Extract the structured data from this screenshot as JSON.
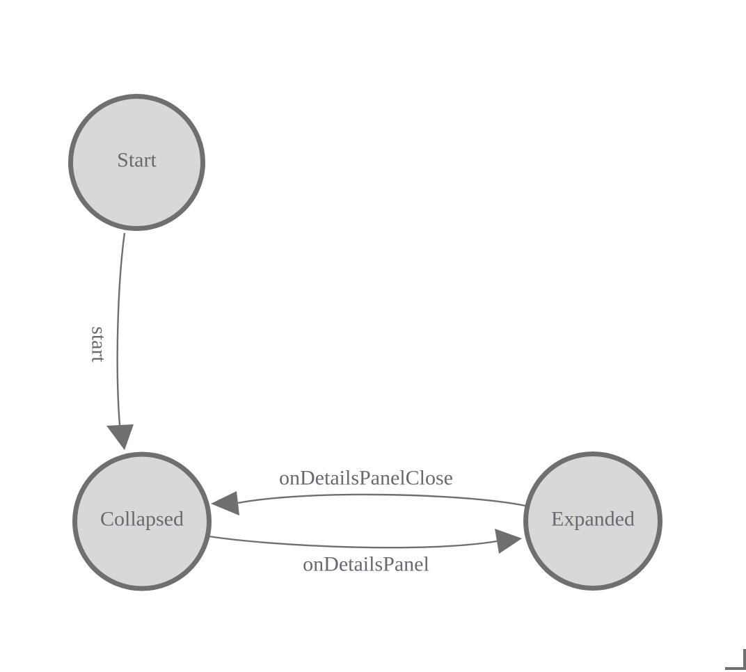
{
  "diagram": {
    "type": "state-machine",
    "nodes": [
      {
        "id": "start",
        "label": "Start"
      },
      {
        "id": "collapsed",
        "label": "Collapsed"
      },
      {
        "id": "expanded",
        "label": "Expanded"
      }
    ],
    "edges": [
      {
        "from": "start",
        "to": "collapsed",
        "label": "start"
      },
      {
        "from": "expanded",
        "to": "collapsed",
        "label": "onDetailsPanelClose"
      },
      {
        "from": "collapsed",
        "to": "expanded",
        "label": "onDetailsPanel"
      }
    ],
    "colors": {
      "node_fill": "#d8d8d8",
      "node_stroke": "#6f6f6f",
      "edge_stroke": "#6f6f6f",
      "label_text": "#676a70"
    }
  }
}
